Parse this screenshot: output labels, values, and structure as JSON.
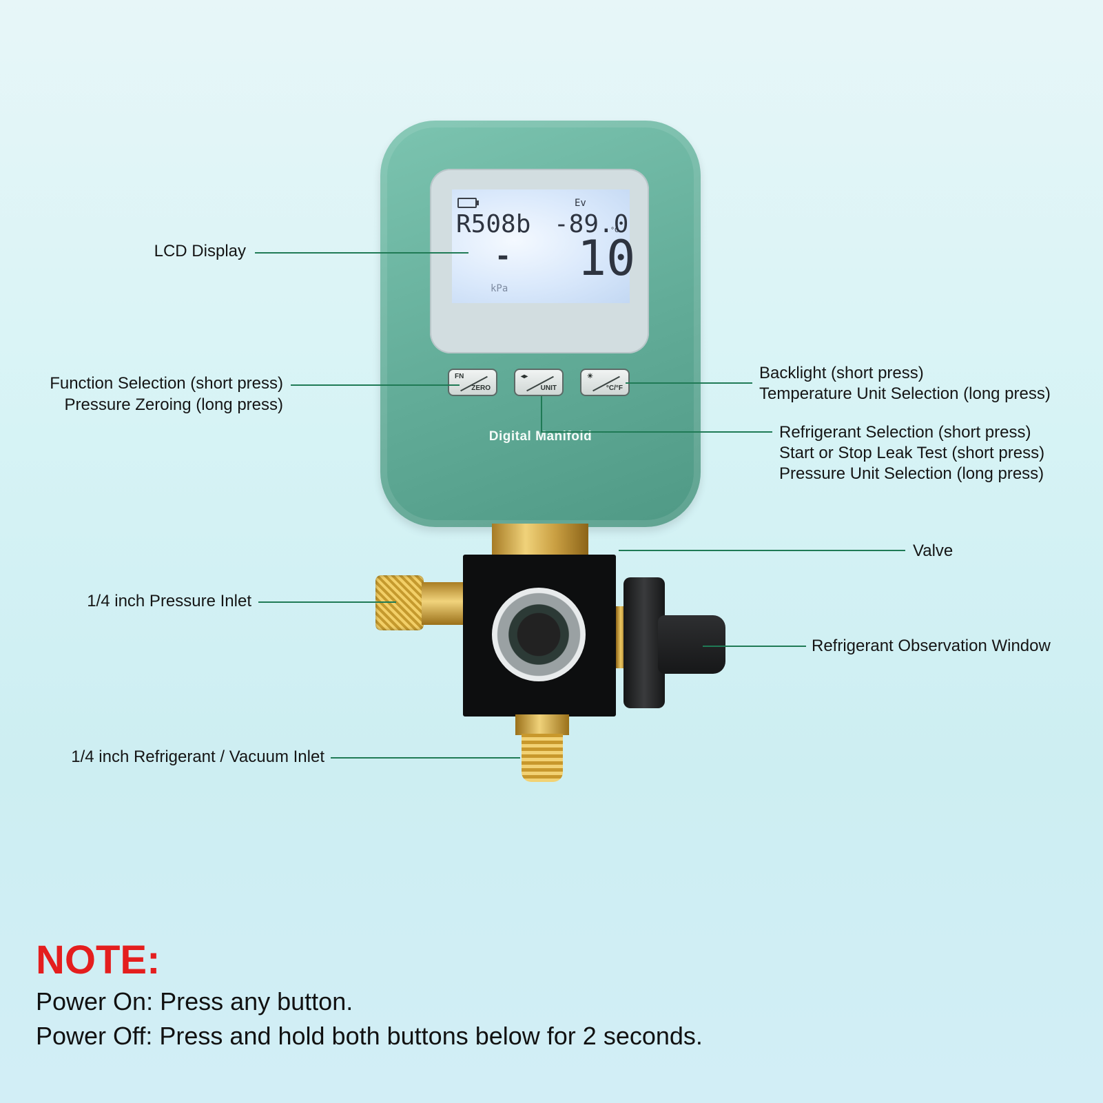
{
  "device": {
    "brand_label": "Digital Manifold",
    "lcd": {
      "refrigerant": "R508b",
      "mode": "Ev",
      "temperature": "-89.0",
      "temp_unit": "°C",
      "pressure_dash": "-",
      "reading": "10",
      "pressure_unit": "kPa"
    },
    "buttons": [
      {
        "top": "FN",
        "bottom": "ZERO"
      },
      {
        "top": "◂▸",
        "bottom": "UNIT"
      },
      {
        "top": "☀",
        "bottom": "°C/°F"
      }
    ]
  },
  "callouts": {
    "lcd_display": "LCD Display",
    "function_selection": "Function Selection (short press)",
    "pressure_zeroing": "Pressure Zeroing (long press)",
    "backlight": "Backlight (short press)",
    "temp_unit_selection": "Temperature Unit Selection (long press)",
    "refrigerant_selection": "Refrigerant Selection (short press)",
    "leak_test": "Start or Stop Leak Test (short press)",
    "pressure_unit_selection": "Pressure Unit Selection (long press)",
    "valve": "Valve",
    "pressure_inlet": "1/4 inch Pressure Inlet",
    "observation_window": "Refrigerant Observation Window",
    "vacuum_inlet": "1/4 inch Refrigerant / Vacuum Inlet"
  },
  "note": {
    "title": "NOTE:",
    "line1": "Power On: Press any button.",
    "line2": "Power Off: Press and hold both buttons below for 2 seconds."
  },
  "colors": {
    "device_green": "#62ac98",
    "leader_line": "#1f7a55",
    "note_title": "#e41e1e",
    "brass": "#e8c25a"
  }
}
